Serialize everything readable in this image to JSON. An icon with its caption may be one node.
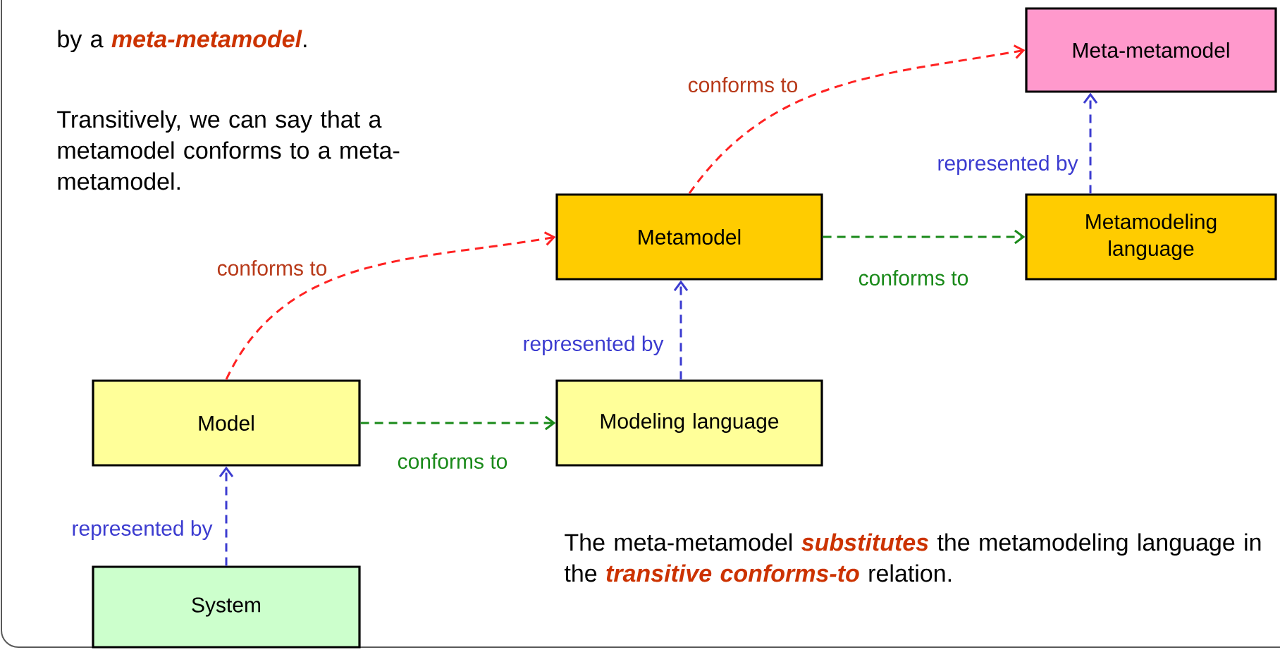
{
  "diagram": {
    "nodes": [
      {
        "text": [
          "Meta-metamodel"
        ]
      },
      {
        "text": [
          "Metamodeling language"
        ]
      },
      {
        "text": [
          "Metamodel"
        ]
      },
      {
        "text": [
          "Modeling language"
        ]
      },
      {
        "text": [
          "Model"
        ]
      },
      {
        "text": [
          "System"
        ]
      }
    ],
    "edges": [
      {
        "from": 4,
        "to": 2,
        "arrow": "to",
        "label": "conforms to",
        "style": "dashed",
        "color": "#ff2222"
      },
      {
        "from": 2,
        "to": 0,
        "arrow": "to",
        "label": "conforms to",
        "style": "dashed",
        "color": "#ff2222"
      },
      {
        "from": 4,
        "to": 3,
        "arrow": "to",
        "label": "conforms to",
        "style": "dashed",
        "color": "#1a8a1a"
      },
      {
        "from": 2,
        "to": 1,
        "arrow": "to",
        "label": "conforms to",
        "style": "dashed",
        "color": "#1a8a1a"
      },
      {
        "from": 5,
        "to": 4,
        "arrow": "to",
        "label": "represented by",
        "style": "dashed",
        "color": "#3c3cd0"
      },
      {
        "from": 3,
        "to": 2,
        "arrow": "to",
        "label": "represented by",
        "style": "dashed",
        "color": "#3c3cd0"
      },
      {
        "from": 1,
        "to": 0,
        "arrow": "to",
        "label": "represented by",
        "style": "dashed",
        "color": "#3c3cd0"
      }
    ],
    "labels": [
      "by a **meta-metamodel**.",
      "Transitively, we can say that a metamodel conforms to a meta-metamodel.",
      "The meta-metamodel **substitutes** the metamodeling language in the **transitive conforms-to** relation."
    ]
  }
}
